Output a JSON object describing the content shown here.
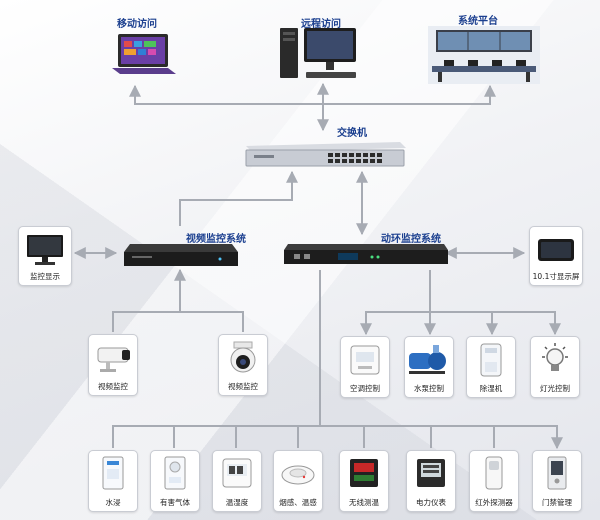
{
  "top": {
    "mobile_label": "移动访问",
    "remote_label": "远程访问",
    "platform_label": "系统平台"
  },
  "switch_label": "交换机",
  "video_system_label": "视频监控系统",
  "env_system_label": "动环监控系统",
  "side": {
    "monitor_display_label": "监控显示",
    "touch_screen_label": "10.1寸显示屏"
  },
  "cameras": [
    {
      "label": "视频监控"
    },
    {
      "label": "视频监控"
    }
  ],
  "controls": [
    {
      "label": "空调控制"
    },
    {
      "label": "水泵控制"
    },
    {
      "label": "除湿机"
    },
    {
      "label": "灯光控制"
    }
  ],
  "sensors": [
    {
      "label": "水浸"
    },
    {
      "label": "有害气体"
    },
    {
      "label": "温湿度"
    },
    {
      "label": "烟感、温感"
    },
    {
      "label": "无线测温"
    },
    {
      "label": "电力仪表"
    },
    {
      "label": "红外探测器"
    },
    {
      "label": "门禁管理"
    }
  ],
  "colors": {
    "title_blue": "#1b3f8f",
    "line_gray": "#a7abb3",
    "card_border": "#c9ccd3"
  }
}
